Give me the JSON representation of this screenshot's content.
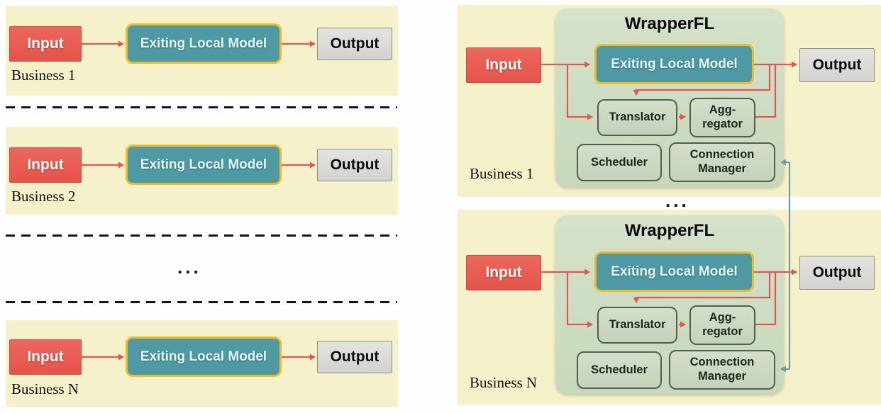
{
  "colors": {
    "panel_yellow": "#f5f1ca",
    "panel_green": "#cdddc2",
    "input_red": "#e85c52",
    "model_teal": "#4e99a3",
    "model_border_gold": "#efba28",
    "output_gray": "#d9d8d4",
    "component_fill": "#ccd8c0",
    "component_border": "#50604b",
    "arrow_red": "#e15852",
    "arrow_teal": "#6f9d9e"
  },
  "left": {
    "ellipsis": "...",
    "panels": [
      {
        "business_label": "Business 1",
        "input_label": "Input",
        "model_label": "Exiting Local Model",
        "output_label": "Output"
      },
      {
        "business_label": "Business 2",
        "input_label": "Input",
        "model_label": "Exiting Local Model",
        "output_label": "Output"
      },
      {
        "business_label": "Business N",
        "input_label": "Input",
        "model_label": "Exiting Local Model",
        "output_label": "Output"
      }
    ]
  },
  "right": {
    "ellipsis": "...",
    "panels": [
      {
        "business_label": "Business 1",
        "wrapper_title": "WrapperFL",
        "input_label": "Input",
        "model_label": "Exiting Local Model",
        "output_label": "Output",
        "translator_label": "Translator",
        "aggregator_label": "Agg-\nregator",
        "scheduler_label": "Scheduler",
        "connection_manager_label": "Connection\nManager"
      },
      {
        "business_label": "Business N",
        "wrapper_title": "WrapperFL",
        "input_label": "Input",
        "model_label": "Exiting Local Model",
        "output_label": "Output",
        "translator_label": "Translator",
        "aggregator_label": "Agg-\nregator",
        "scheduler_label": "Scheduler",
        "connection_manager_label": "Connection\nManager"
      }
    ]
  }
}
